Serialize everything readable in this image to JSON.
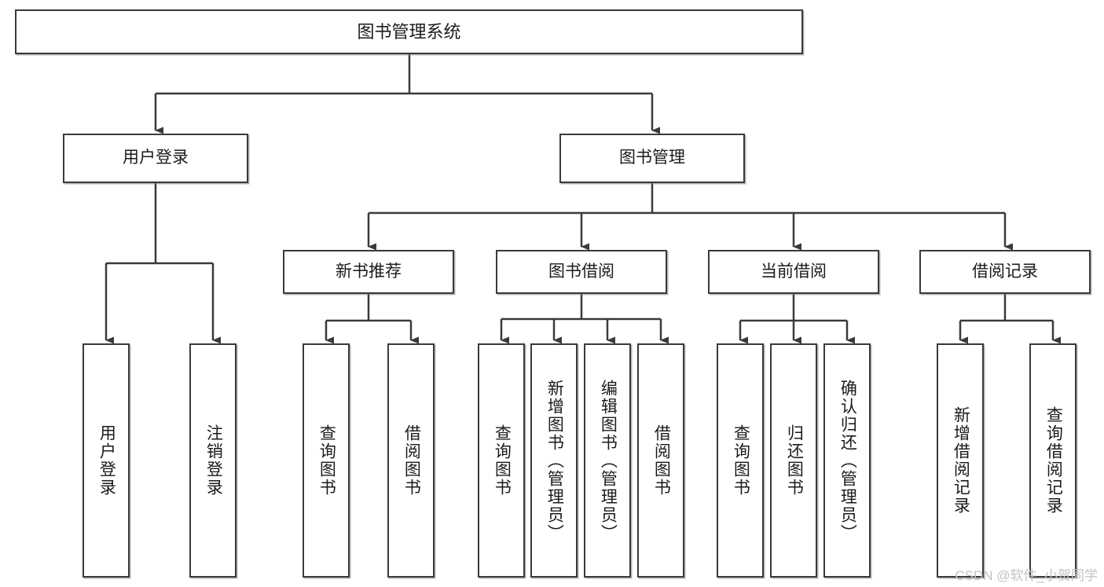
{
  "diagram": {
    "title_node": {
      "label": "图书管理系统"
    },
    "level1": [
      {
        "label": "用户登录"
      },
      {
        "label": "图书管理"
      }
    ],
    "level2": [
      {
        "label": "新书推荐"
      },
      {
        "label": "图书借阅"
      },
      {
        "label": "当前借阅"
      },
      {
        "label": "借阅记录"
      }
    ],
    "leaves": {
      "user_login": [
        {
          "label": "用户登录"
        },
        {
          "label": "注销登录"
        }
      ],
      "new_book_recommend": [
        {
          "label": "查询图书"
        },
        {
          "label": "借阅图书"
        }
      ],
      "book_borrow": [
        {
          "label": "查询图书"
        },
        {
          "label": "新增图书（管理员）"
        },
        {
          "label": "编辑图书（管理员）"
        },
        {
          "label": "借阅图书"
        }
      ],
      "current_borrow": [
        {
          "label": "查询图书"
        },
        {
          "label": "归还图书"
        },
        {
          "label": "确认归还（管理员）"
        }
      ],
      "borrow_record": [
        {
          "label": "新增借阅记录"
        },
        {
          "label": "查询借阅记录"
        }
      ]
    }
  },
  "watermark": {
    "text": "CSDN @软件_小贺同学"
  },
  "colors": {
    "background": "#ffffff",
    "box_border": "#3a3a3a",
    "connector": "#3a3a3a",
    "text": "#1b1b1b",
    "watermark": "#c3c3c3"
  }
}
